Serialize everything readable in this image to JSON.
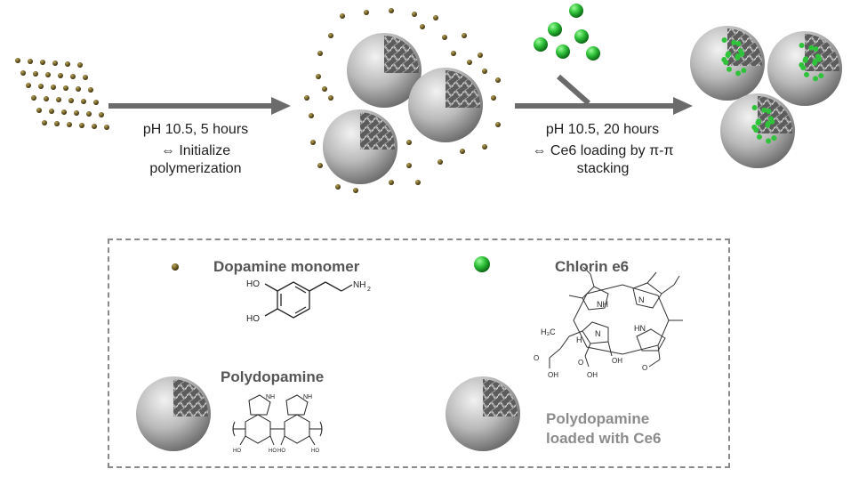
{
  "steps": [
    {
      "condition": "pH 10.5, 5 hours",
      "description_line1": "⇔ Initialize",
      "description_line2": "polymerization"
    },
    {
      "condition": "pH 10.5, 20 hours",
      "description_line1": "⇔ Ce6 loading by π-π",
      "description_line2": "stacking"
    }
  ],
  "legend": {
    "dopamine": "Dopamine monomer",
    "chlorin": "Chlorin e6",
    "polydopamine": "Polydopamine",
    "loaded_line1": "Polydopamine",
    "loaded_line2": "loaded with Ce6"
  },
  "chem": {
    "ho1": "HO",
    "ho2": "HO",
    "nh2": "NH",
    "nh2_sub": "2",
    "ce6_nh": "NH",
    "ce6_n1": "N",
    "ce6_n2": "N",
    "ce6_hn": "HN",
    "ce6_h3c": "H₃C",
    "ce6_h": "H",
    "ce6_oh1": "OH",
    "ce6_oh2": "OH",
    "ce6_oh3": "OH",
    "ce6_o1": "O",
    "ce6_o2": "O",
    "ce6_o3": "O",
    "pda_nh1": "NH",
    "pda_nh2": "NH",
    "pda_ho1": "HO",
    "pda_ho2": "HO",
    "pda_ho3": "HO",
    "pda_ho4": "HO"
  },
  "colors": {
    "monomer": "#5b4a14",
    "ce6": "#2fc23a",
    "sphere": "#b8b8b8",
    "arrow": "#6b6b6b"
  }
}
